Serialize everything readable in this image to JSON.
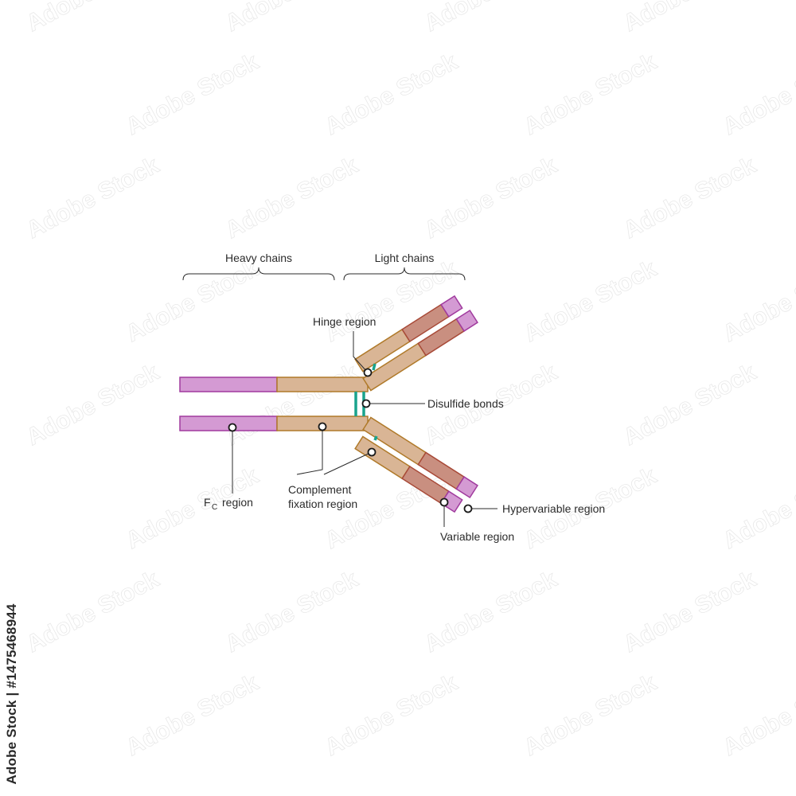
{
  "labels": {
    "heavy_chains": "Heavy chains",
    "light_chains": "Light chains",
    "hinge_region": "Hinge region",
    "disulfide_bonds": "Disulfide bonds",
    "fc_region_main": "F",
    "fc_region_sub": "C",
    "fc_region_suffix": "region",
    "complement_line1": "Complement",
    "complement_line2": "fixation region",
    "variable_region": "Variable region",
    "hypervariable_region": "Hypervariable region"
  },
  "watermark": {
    "text": "Adobe Stock",
    "stock_id": "Adobe Stock | #1475468944"
  },
  "colors": {
    "constant_fill": "#d9b595",
    "constant_stroke": "#b07a2a",
    "variable_fill": "#c98f80",
    "variable_stroke": "#a84a38",
    "fc_fill": "#d49ad3",
    "fc_stroke": "#a03a9e",
    "disulfide": "#19a38c",
    "text": "#2b2b2b"
  }
}
